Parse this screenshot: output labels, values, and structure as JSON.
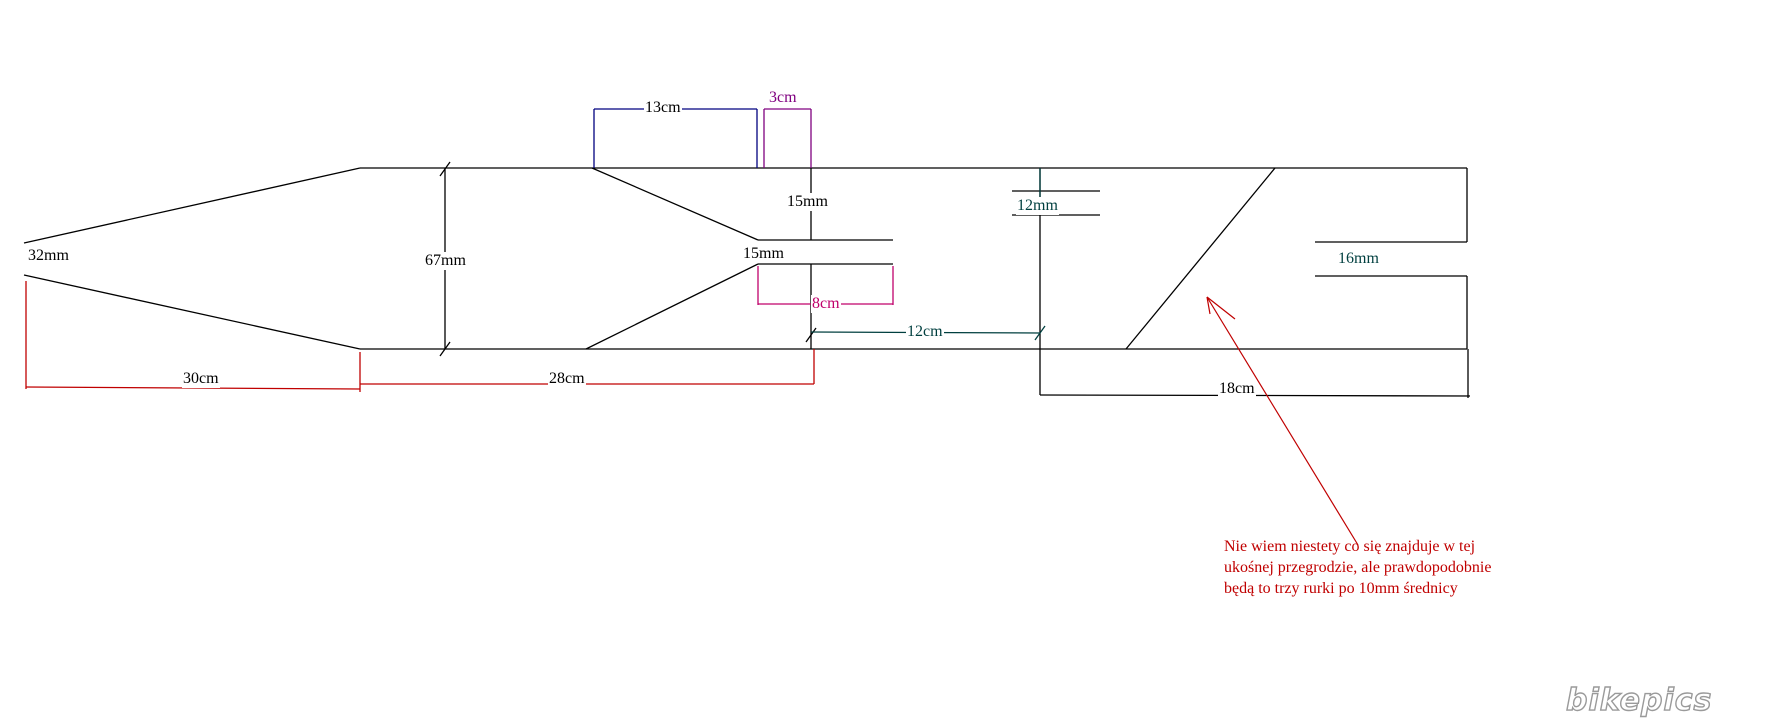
{
  "colors": {
    "outline": "#000000",
    "dim_red": "#c00000",
    "dim_blue": "#000080",
    "dim_purple": "#800080",
    "dim_magenta": "#c0006b",
    "dim_teal": "#003f3f",
    "note_red": "#c00000",
    "watermark": "#9a9a9a"
  },
  "labels": {
    "inlet_diameter": "32mm",
    "inlet_taper_length": "30cm",
    "body_diameter": "67mm",
    "section_length_1": "28cm",
    "baffle_top_length": "13cm",
    "tube_offset": "3cm",
    "tube_gap_upper": "15mm",
    "tube_diameter": "15mm",
    "tube_length": "8cm",
    "chamber_length": "12cm",
    "divider_tube": "12mm",
    "outlet_diameter": "16mm",
    "rear_section_length": "18cm"
  },
  "note": {
    "line1": "Nie wiem niestety co się znajduje w tej",
    "line2": "ukośnej przegrodzie, ale prawdopodobnie",
    "line3": "będą to trzy rurki po 10mm średnicy"
  },
  "watermark": {
    "text": "bikepics"
  }
}
